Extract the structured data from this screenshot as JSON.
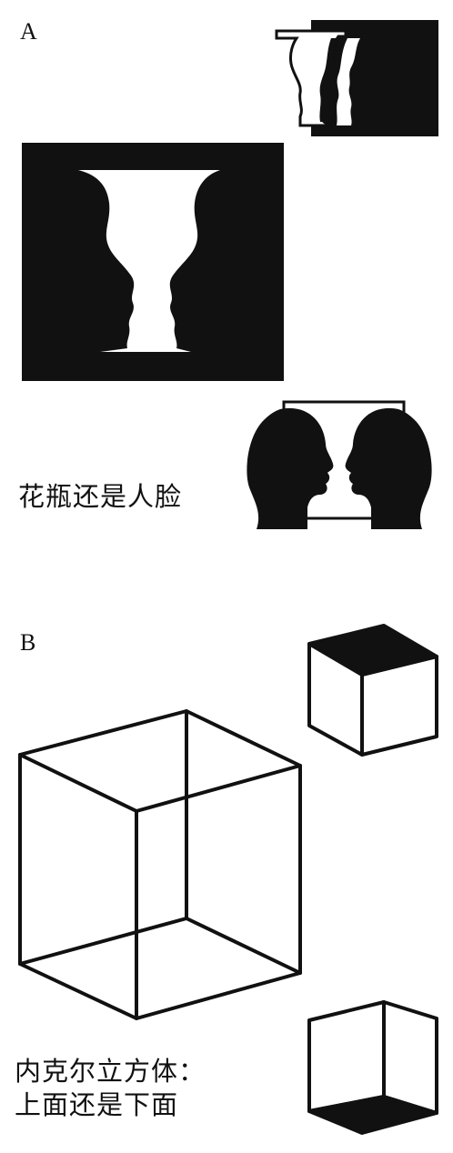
{
  "section_a": {
    "label": "A",
    "caption": "花瓶还是人脸"
  },
  "section_b": {
    "label": "B",
    "caption_line1": "内克尔立方体：",
    "caption_line2": "上面还是下面"
  },
  "colors": {
    "ink": "#111111",
    "paper": "#ffffff"
  }
}
